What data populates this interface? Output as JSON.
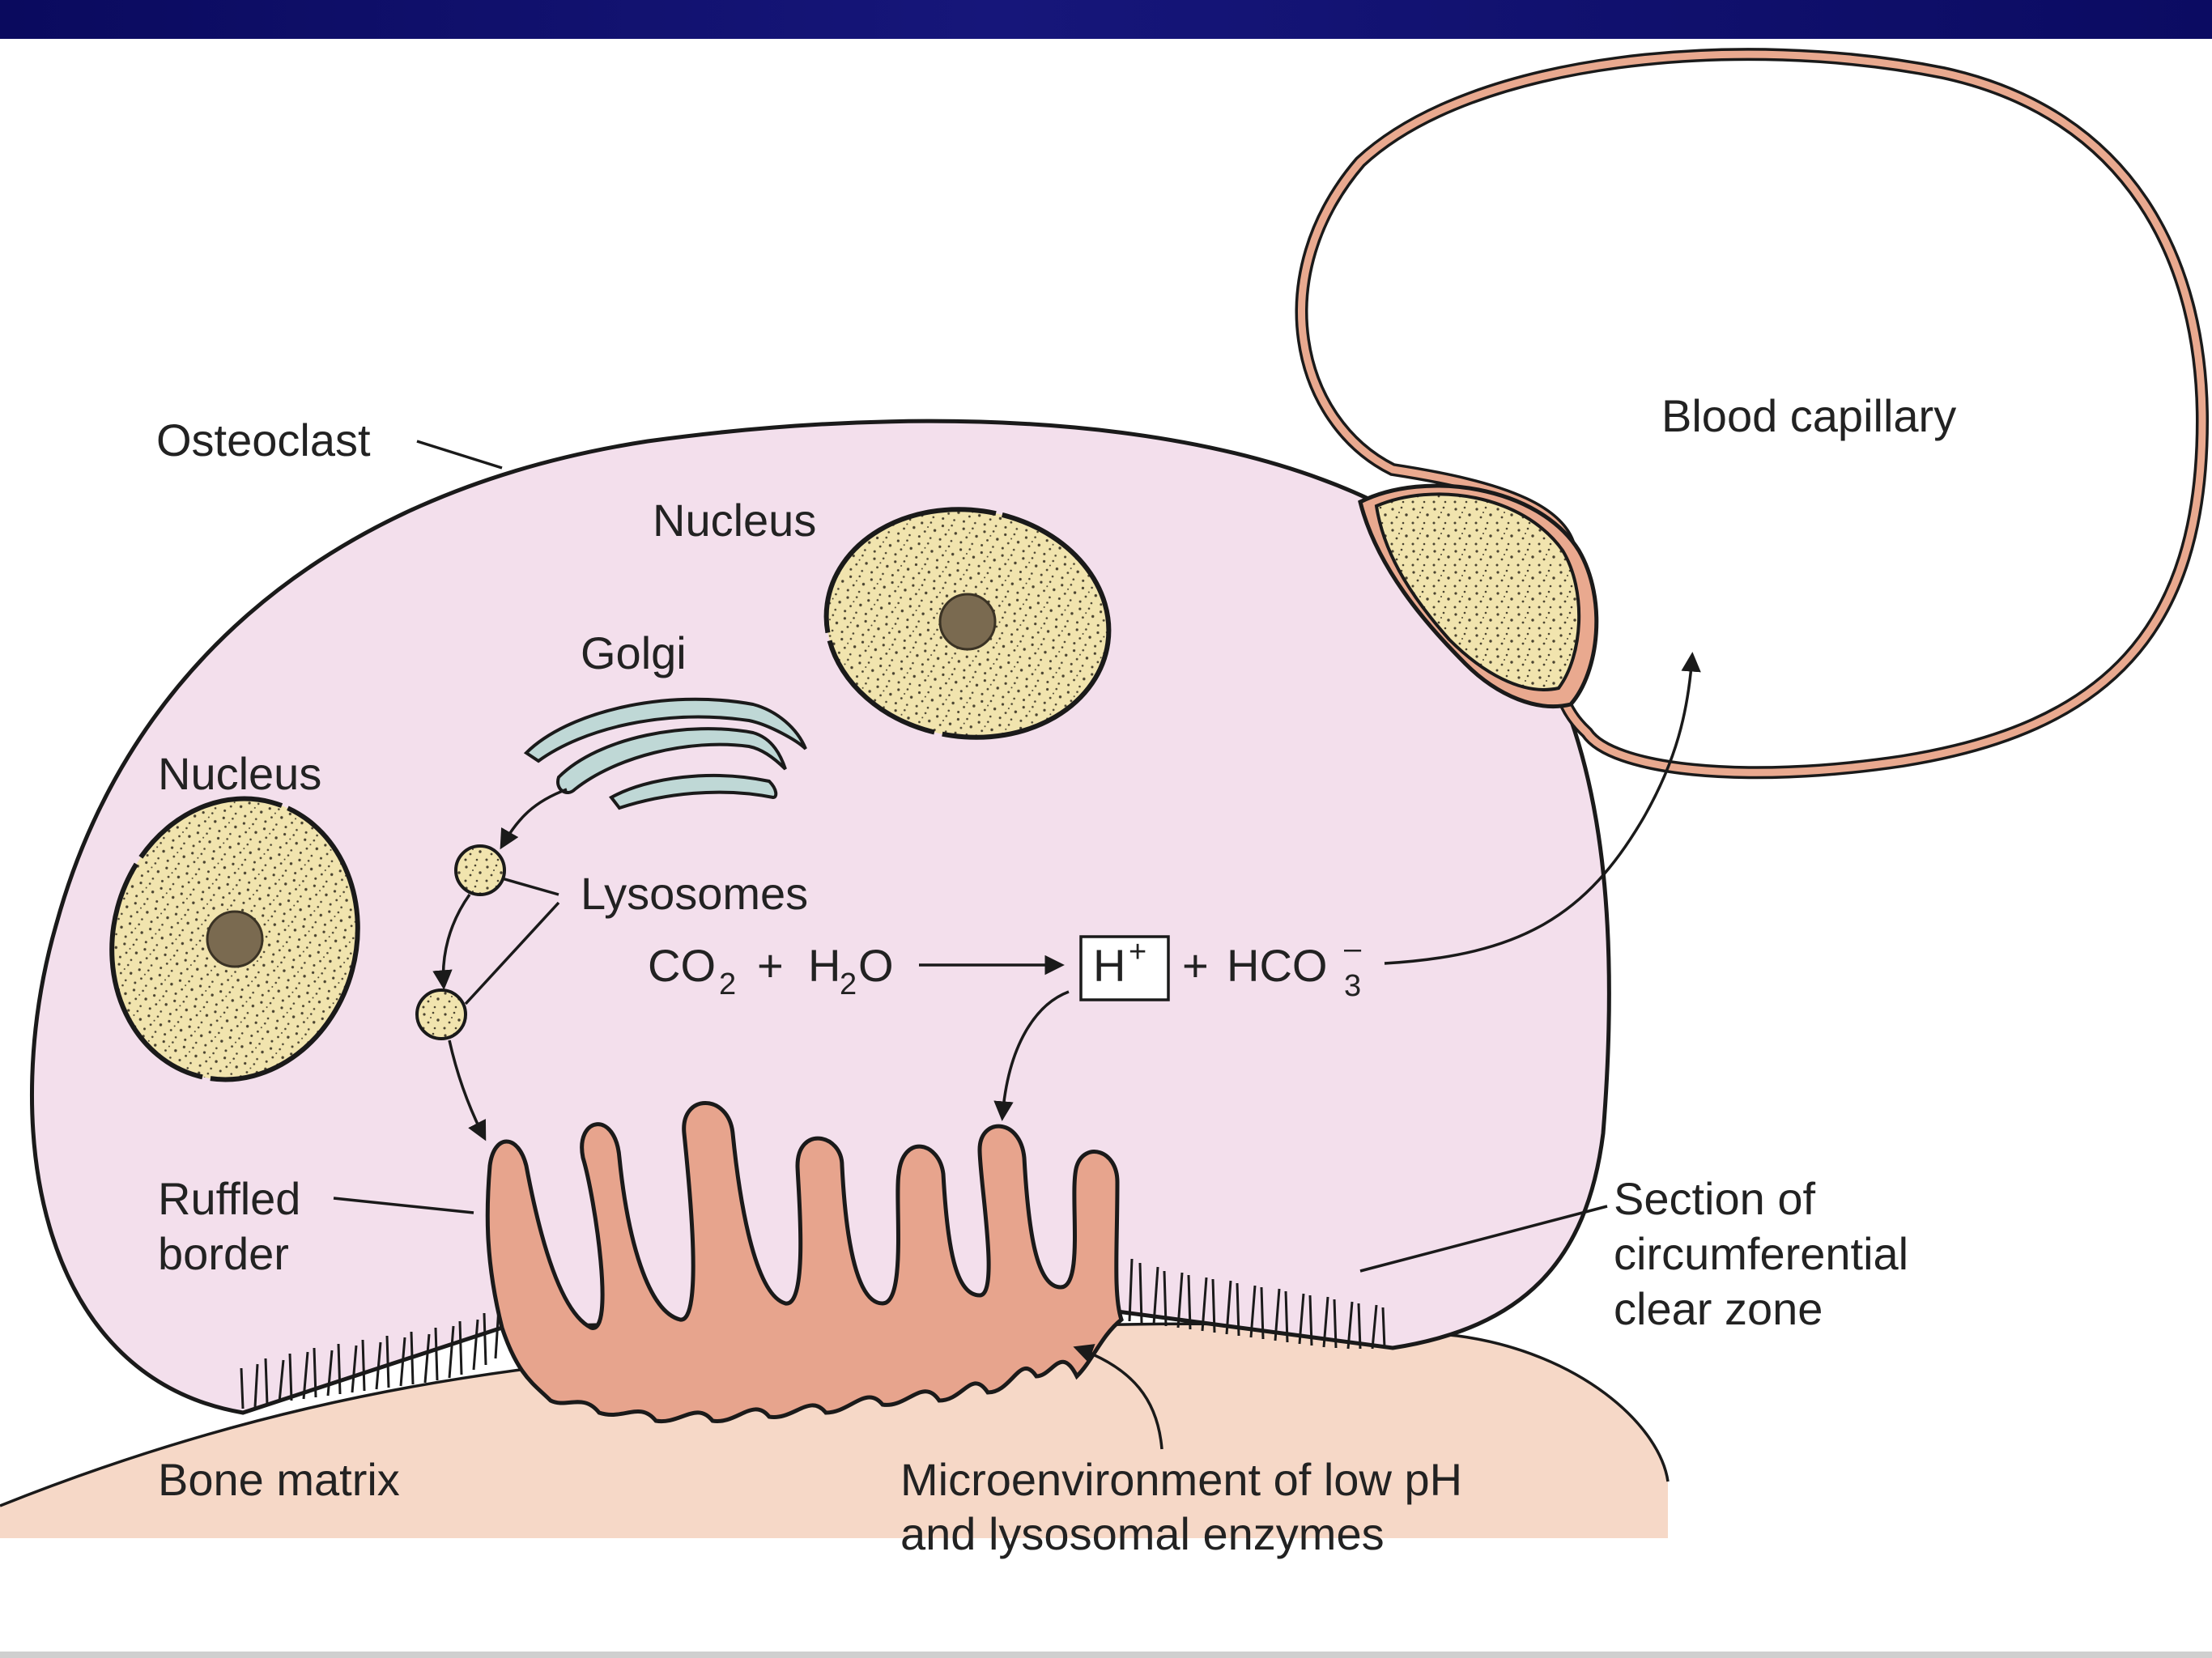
{
  "labels": {
    "osteoclast": "Osteoclast",
    "nucleus_top": "Nucleus",
    "nucleus_left": "Nucleus",
    "golgi": "Golgi",
    "lysosomes": "Lysosomes",
    "blood_capillary": "Blood capillary",
    "ruffled_border": [
      "Ruffled",
      "border"
    ],
    "clear_zone": [
      "Section of",
      "circumferential",
      "clear zone"
    ],
    "bone_matrix": "Bone matrix",
    "microenvironment": [
      "Microenvironment of low pH",
      "and lysosomal enzymes"
    ]
  },
  "reaction": {
    "co2": "CO",
    "co2_sub": "2",
    "plus1": "+",
    "h2o_h": "H",
    "h2o_sub": "2",
    "h2o_o": "O",
    "h_plus": "H",
    "h_plus_sup": "+",
    "plus2": "+",
    "hco3": "HCO",
    "hco3_sub": "3",
    "hco3_sup": "–"
  },
  "colors": {
    "top_bar": "#0a0a5e",
    "cell_fill": "#f3dfec",
    "nucleus_fill": "#f1e4ae",
    "ruffle_fill": "#e7a48d",
    "bone_fill": "#f6d8c7",
    "golgi_fill": "#bfd8d6",
    "capillary_wall": "#e9a98f"
  }
}
